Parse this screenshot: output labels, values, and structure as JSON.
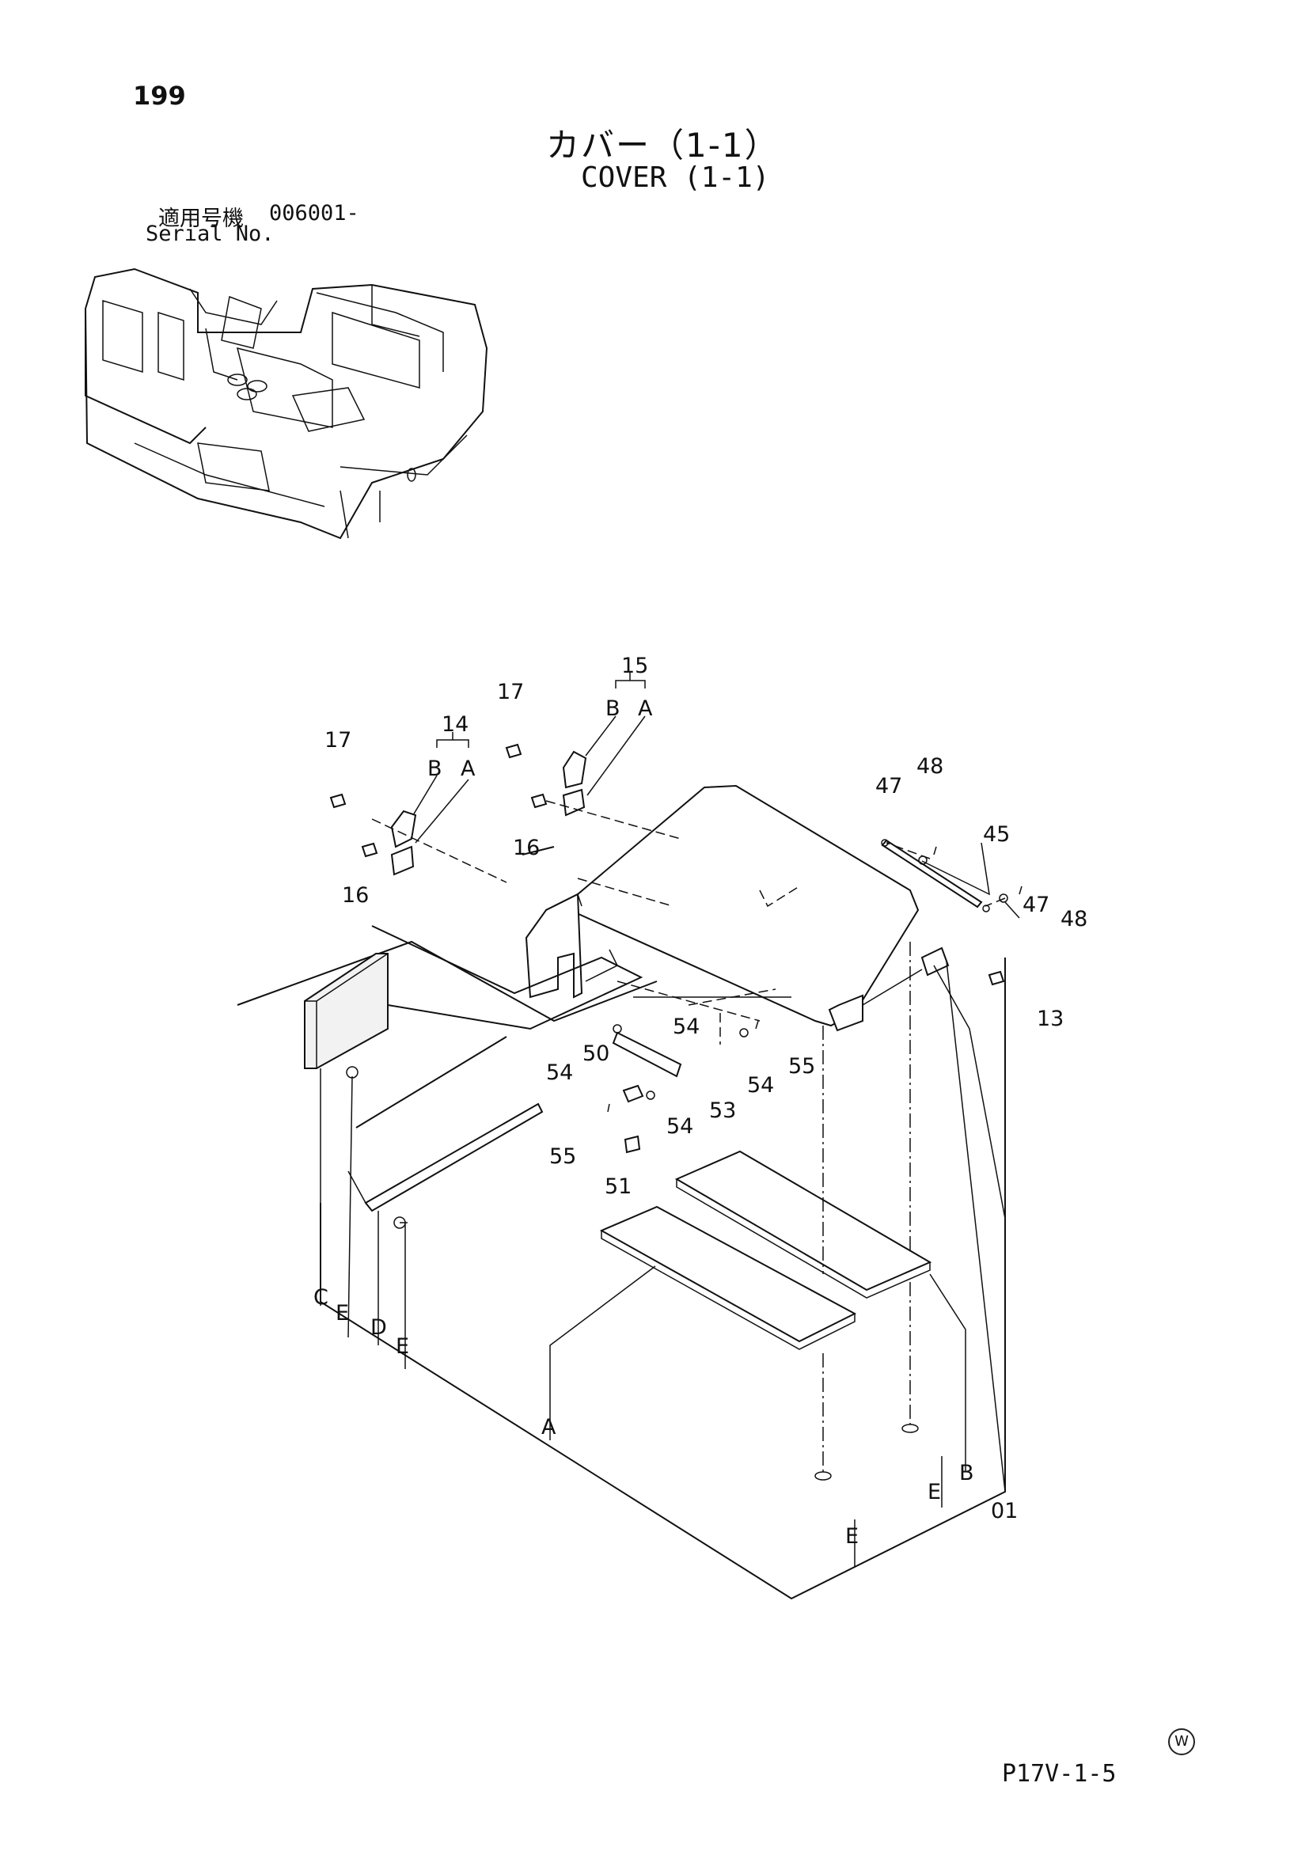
{
  "header": {
    "page_number": "199",
    "title_ja": "カバー（1-1）",
    "title_en": "COVER (1-1)",
    "serial_label_ja": "適用号機",
    "serial_value": "006001-",
    "serial_label_en": "Serial No."
  },
  "footer": {
    "code": "P17V-1-5",
    "mark": "W"
  },
  "callouts": {
    "c15": "15",
    "c15b": "B",
    "c15a": "A",
    "c14": "14",
    "c14b": "B",
    "c14a": "A",
    "c17_top": "17",
    "c17_left": "17",
    "c16_left": "16",
    "c16_mid": "16",
    "c48_top": "48",
    "c47_top": "47",
    "c45": "45",
    "c48_right": "48",
    "c47_right": "47",
    "c13": "13",
    "c54_a": "54",
    "c54_b": "54",
    "c54_c": "54",
    "c54_d": "54",
    "c55_a": "55",
    "c55_b": "55",
    "c50": "50",
    "c53": "53",
    "c51": "51",
    "c_C": "C",
    "c_E1": "E",
    "c_D": "D",
    "c_E2": "E",
    "c_A": "A",
    "c_E3": "E",
    "c_B": "B",
    "c_E4": "E",
    "c01": "01"
  }
}
